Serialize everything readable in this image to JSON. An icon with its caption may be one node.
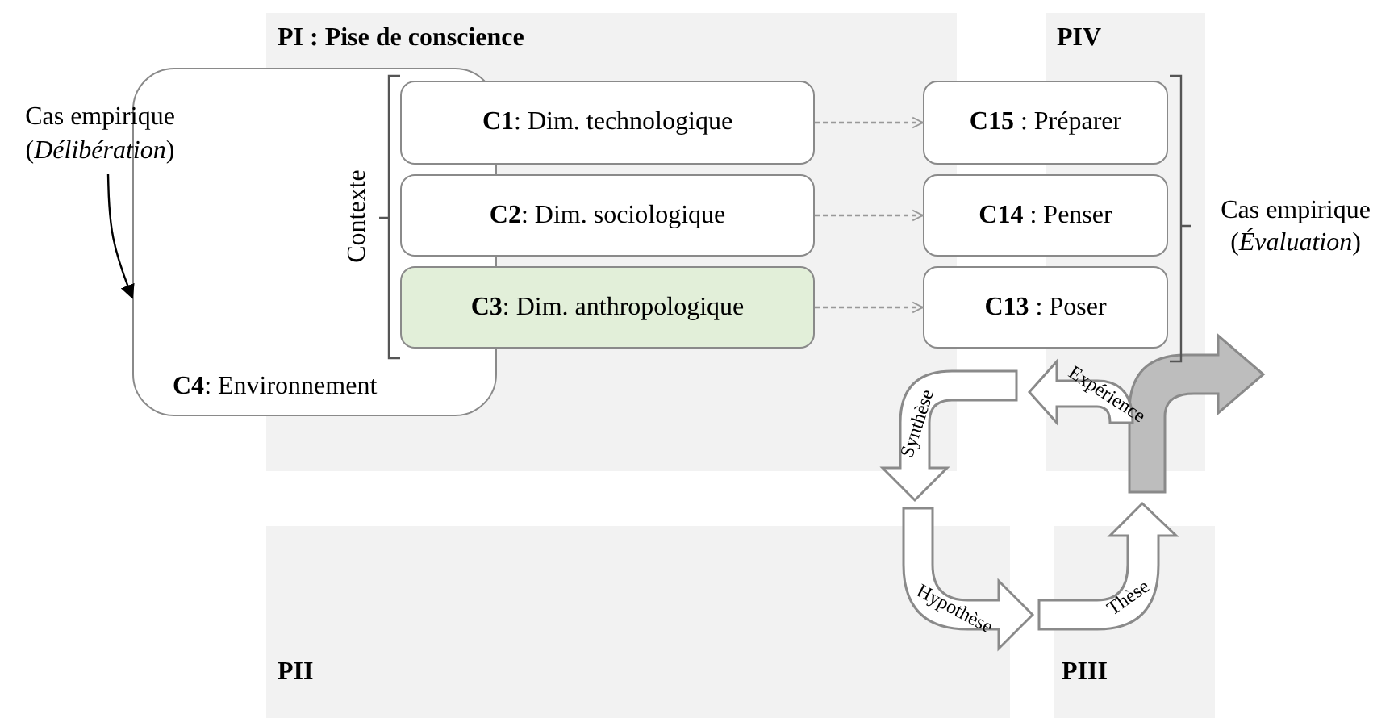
{
  "diagram": {
    "nodes": [
      {
        "text": [
          "**C4**: Environnement"
        ]
      },
      {
        "text": [
          "**C1**: Dim. technologique"
        ]
      },
      {
        "text": [
          "**C2**: Dim. sociologique"
        ]
      },
      {
        "text": [
          "**C3**: Dim. anthropologique"
        ]
      },
      {
        "text": [
          "**C15** : Préparer"
        ]
      },
      {
        "text": [
          "**C14** : Penser"
        ]
      },
      {
        "text": [
          "**C13** : Poser"
        ]
      },
      {
        "text": [
          "Cas empirique (*Délibération*)"
        ]
      },
      {
        "text": [
          "Synthèse"
        ]
      },
      {
        "text": [
          "Hypothèse"
        ]
      },
      {
        "text": [
          "Thèse"
        ]
      },
      {
        "text": [
          "Expérience"
        ]
      },
      {
        "text": [],
        "shape": "arrow"
      }
    ],
    "edges": [
      {
        "from": 7,
        "to": 0,
        "arrow": "to",
        "color": "#000000"
      },
      {
        "from": 1,
        "to": 4,
        "arrow": "to",
        "style": "dashed"
      },
      {
        "from": 2,
        "to": 5,
        "arrow": "to",
        "style": "dashed"
      },
      {
        "from": 3,
        "to": 6,
        "arrow": "to",
        "style": "dashed"
      }
    ],
    "labels": [
      "PI : Pise de conscience",
      "PIV",
      "Contexte",
      "Cas empirique (*Évaluation*)",
      "PII",
      "PIII"
    ]
  }
}
